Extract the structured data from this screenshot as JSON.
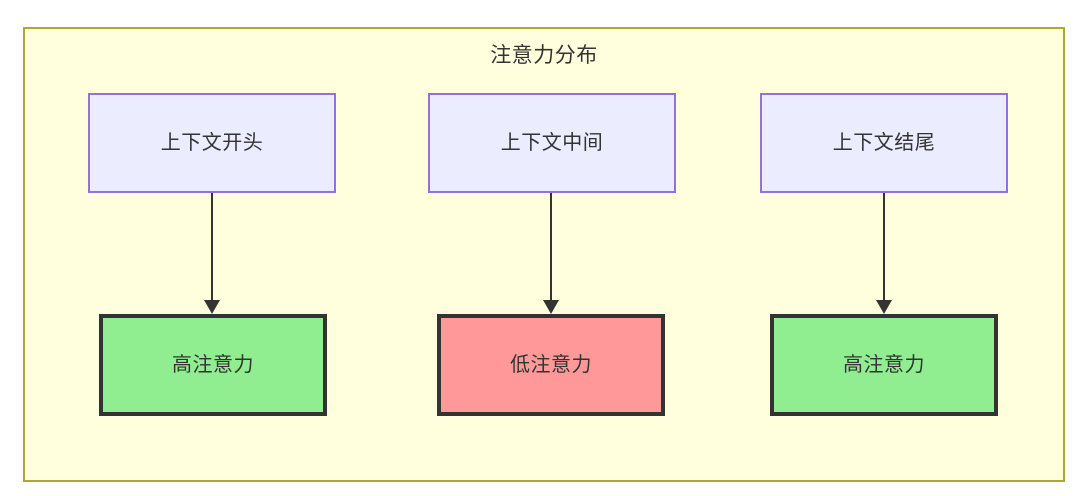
{
  "diagram": {
    "title": "注意力分布",
    "type": "flowchart",
    "container": {
      "fill": "#ffffde",
      "stroke": "#aaaa33"
    },
    "nodes": [
      {
        "id": "ctx-start",
        "label": "上下文开头",
        "role": "source",
        "fill": "#ececff",
        "stroke": "#9370db"
      },
      {
        "id": "ctx-middle",
        "label": "上下文中间",
        "role": "source",
        "fill": "#ececff",
        "stroke": "#9370db"
      },
      {
        "id": "ctx-end",
        "label": "上下文结尾",
        "role": "source",
        "fill": "#ececff",
        "stroke": "#9370db"
      },
      {
        "id": "attn-high-start",
        "label": "高注意力",
        "role": "outcome",
        "fill": "#90ee90",
        "stroke": "#333333"
      },
      {
        "id": "attn-low-middle",
        "label": "低注意力",
        "role": "outcome",
        "fill": "#ff9999",
        "stroke": "#333333"
      },
      {
        "id": "attn-high-end",
        "label": "高注意力",
        "role": "outcome",
        "fill": "#90ee90",
        "stroke": "#333333"
      }
    ],
    "edges": [
      {
        "from": "ctx-start",
        "to": "attn-high-start",
        "label": ""
      },
      {
        "from": "ctx-middle",
        "to": "attn-low-middle",
        "label": ""
      },
      {
        "from": "ctx-end",
        "to": "attn-high-end",
        "label": ""
      }
    ]
  }
}
